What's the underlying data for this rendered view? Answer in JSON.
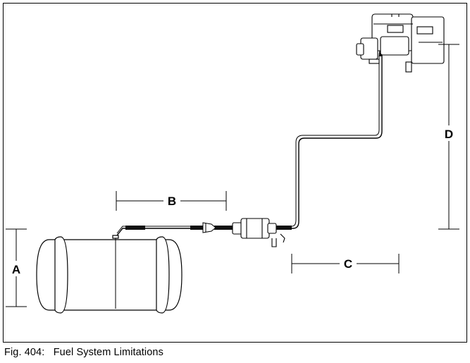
{
  "figure": {
    "caption_number": "Fig. 404:",
    "caption_title": "Fuel System Limitations"
  },
  "dimensions": {
    "a": "A",
    "b": "B",
    "c": "C",
    "d": "D"
  },
  "colors": {
    "line": "#000000",
    "background": "#ffffff",
    "hose": "#111111"
  }
}
